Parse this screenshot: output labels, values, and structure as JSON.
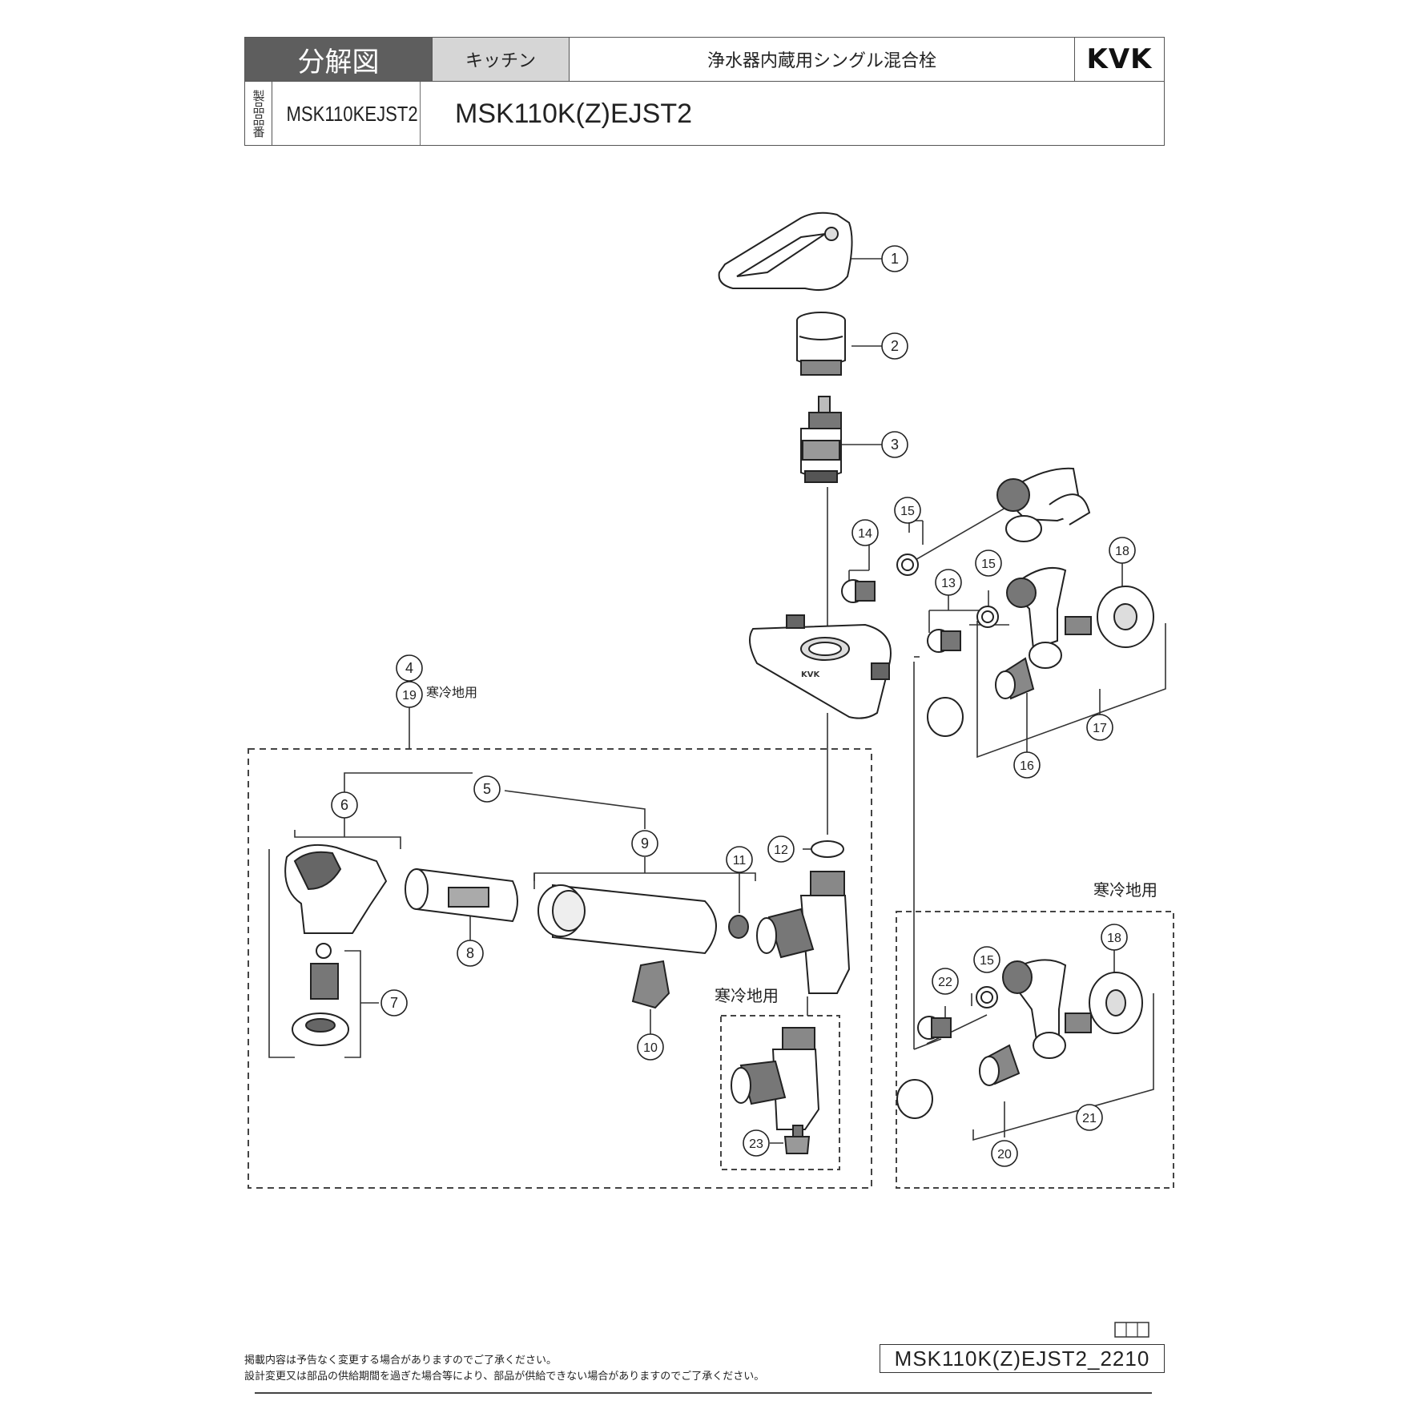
{
  "header": {
    "title": "分解図",
    "category": "キッチン",
    "description": "浄水器内蔵用シングル混合栓",
    "brand": "KVK",
    "model_label": "製品品番",
    "model_code": "MSK110KEJST2",
    "model_name": "MSK110K(Z)EJST2"
  },
  "diagram": {
    "part_numbers": [
      "1",
      "2",
      "3",
      "4",
      "5",
      "6",
      "7",
      "8",
      "9",
      "10",
      "11",
      "12",
      "13",
      "14",
      "15",
      "16",
      "17",
      "18",
      "19",
      "20",
      "21",
      "22",
      "23"
    ],
    "cold_region_label": "寒冷地用",
    "body_mark": "KVK"
  },
  "footer": {
    "note_1": "掲載内容は予告なく変更する場合がありますのでご了承ください。",
    "note_2": "設計変更又は部品の供給期間を過ぎた場合等により、部品が供給できない場合がありますのでご了承ください。",
    "doc_number": "MSK110K(Z)EJST2_2210"
  }
}
